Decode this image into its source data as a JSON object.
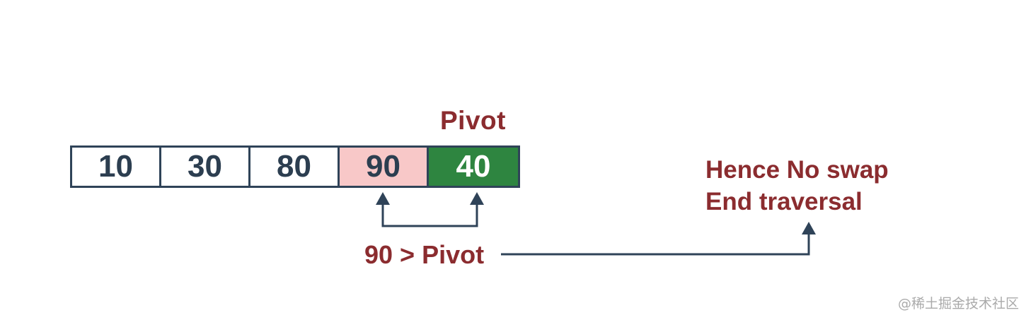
{
  "array": {
    "cells": [
      {
        "value": "10",
        "state": "normal"
      },
      {
        "value": "30",
        "state": "normal"
      },
      {
        "value": "80",
        "state": "normal"
      },
      {
        "value": "90",
        "state": "highlight"
      },
      {
        "value": "40",
        "state": "pivot"
      }
    ]
  },
  "labels": {
    "pivot": "Pivot",
    "comparison": "90 > Pivot",
    "result_line_1": "Hence No swap",
    "result_line_2": "End traversal"
  },
  "watermark": "@稀土掘金技术社区",
  "colors": {
    "highlight_fill": "#f8c8c8",
    "pivot_fill": "#2e8540",
    "label_text": "#8b2c2f",
    "arrow": "#2f4358"
  }
}
